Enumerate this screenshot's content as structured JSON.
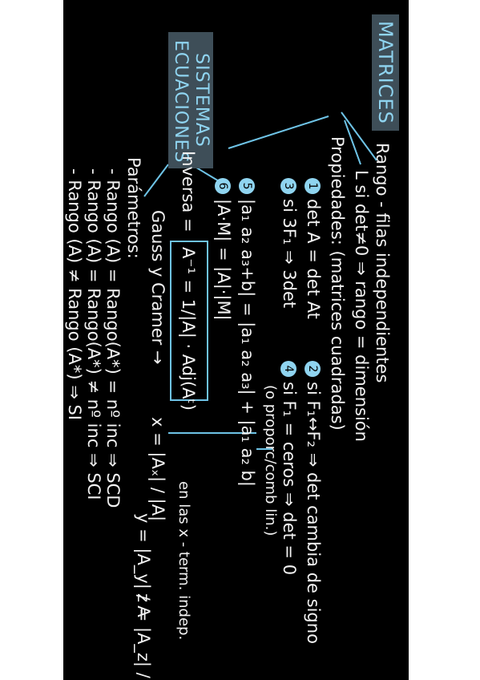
{
  "title_matrices": "MATRICES",
  "title_sistemas_1": "SISTEMAS",
  "title_sistemas_2": "ECUACIONES",
  "rango_filas": "Rango - filas independientes",
  "rango_det": "L si det≠0 ⇒ rango = dimensión",
  "propiedades": "Propiedades: (matrices cuadradas)",
  "p1_num": "1",
  "p1": "det A = det At",
  "p2_num": "2",
  "p2": "si F₁↔F₂ ⇒ det cambia de signo",
  "p3_num": "3",
  "p3": "si 3F₁ ⇒ 3det",
  "p4_num": "4",
  "p4a": "si F₁ = ceros ⇒ det = 0",
  "p4b": "(o proporc/comb lin.)",
  "p5_num": "5",
  "p5": "|a₁ a₂ a₃+b| = |a₁ a₂ a₃| + |a₁ a₂ b|",
  "p6_num": "6",
  "p6": "|A·M| = |A|·|M|",
  "inversa_label": "Inversa =",
  "inversa_formula": "A⁻¹ = 1/|A| · Adj(Aᵗ)",
  "gauss": "Gauss y Cramer →",
  "cramer_x": "x = |Aₓ| / |A|",
  "cramer_y": "y = |A_y| / A",
  "cramer_z": "z = |A_z| / |A|",
  "cramer_note": "en las x - term. indep.",
  "parametros": "Parámetros:",
  "par1": "- Rango (A) = Rango(A*) = nº inc ⇒ SCD",
  "par2": "- Rango (A) = Rango(A*) ≠ nº inc ⇒ SCI",
  "par3": "- Rango (A) ≠ Rango (A*) ⇒ SI",
  "scd": "SCD",
  "sci": "SCI",
  "si": "SI"
}
